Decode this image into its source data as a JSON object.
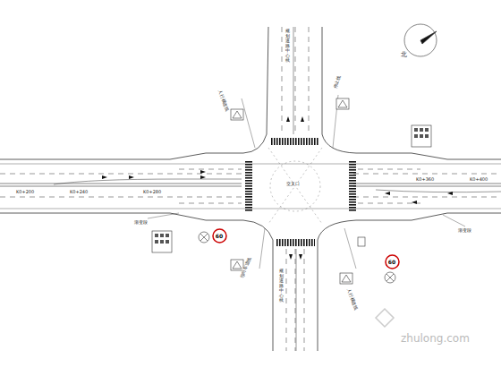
{
  "diagram": {
    "nodes": [
      {
        "text": [
          "60"
        ]
      },
      {
        "text": [
          "60"
        ]
      }
    ],
    "labels": [
      "规划道路中心线",
      "规划道路中心线",
      "人行横道线",
      "停止线",
      "导向车道线",
      "人行横道线",
      "渐变段",
      "渐变段",
      "K0+200",
      "K0+240",
      "K0+280",
      "交叉口",
      "K0+360",
      "K0+400",
      "北",
      "zhulong.com"
    ]
  }
}
